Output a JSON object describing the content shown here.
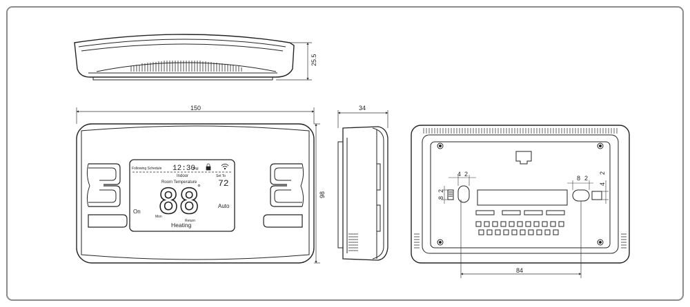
{
  "drawing": {
    "dimensions": {
      "side_height": "25.5",
      "front_width": "150",
      "front_height": "98",
      "edge_depth": "34",
      "back_hole_spacing": "84",
      "slot_left_horiz": "4",
      "slot_left_horiz_b": "2",
      "slot_left_vert": "8",
      "slot_left_vert_b": "2",
      "slot_right_horiz": "8",
      "slot_right_horiz_b": "2",
      "slot_right_vert": "4",
      "slot_right_vert_b": "2"
    },
    "display": {
      "following_schedule": "Following Schedule",
      "time": "12:30",
      "time_suffix": "PM",
      "indoor": "Indoor",
      "set_to": "Set To",
      "set_value": "72",
      "room_temperature": "Room Temperature",
      "big_temp": "88",
      "degree": "°",
      "on": "On",
      "mon": "Mon",
      "return": "Return",
      "auto": "Auto",
      "heating": "Heating",
      "lock_icon": "lock-icon",
      "wifi_icon": "wifi-icon"
    }
  }
}
